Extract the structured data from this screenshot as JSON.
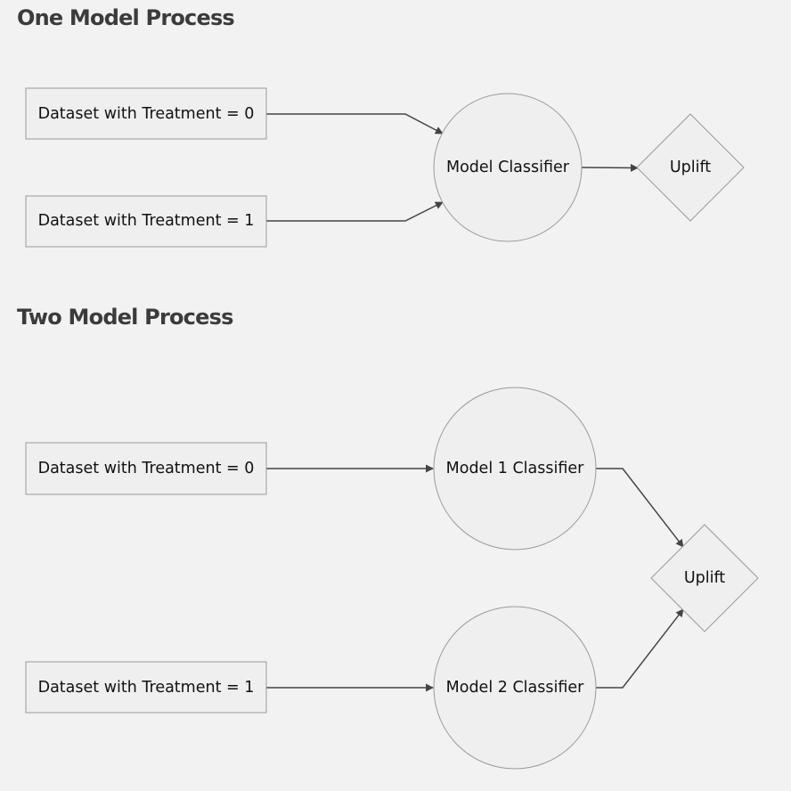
{
  "sections": {
    "one_model": {
      "title": "One Model Process",
      "nodes": {
        "dataset_treatment_0": "Dataset with Treatment = 0",
        "dataset_treatment_1": "Dataset with Treatment = 1",
        "model_classifier": "Model Classifier",
        "uplift": "Uplift"
      }
    },
    "two_model": {
      "title": "Two Model Process",
      "nodes": {
        "dataset_treatment_0": "Dataset with Treatment = 0",
        "dataset_treatment_1": "Dataset with Treatment = 1",
        "model_1_classifier": "Model 1 Classifier",
        "model_2_classifier": "Model 2 Classifier",
        "uplift": "Uplift"
      }
    }
  }
}
